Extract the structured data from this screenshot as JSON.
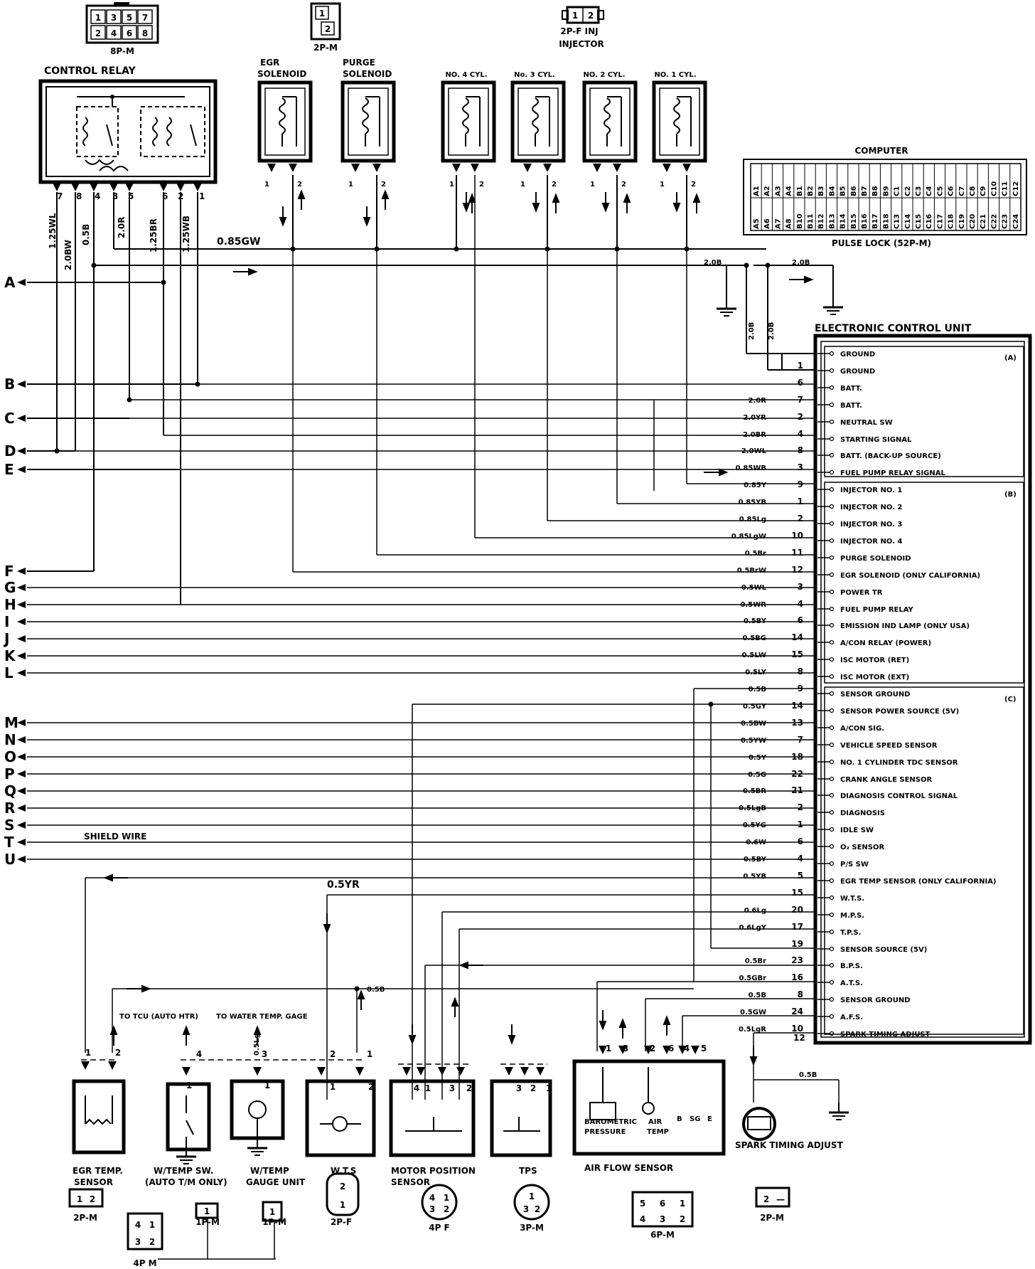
{
  "top_connectors": {
    "c8pm": {
      "pins": [
        "1",
        "3",
        "5",
        "7",
        "2",
        "4",
        "6",
        "8"
      ],
      "label": "8P-M"
    },
    "c2pm": {
      "pins": [
        "1",
        "2"
      ],
      "label": "2P-M"
    },
    "c2pf": {
      "pins": [
        "1",
        "2"
      ],
      "label": "2P-F  INJ"
    },
    "injector_title": "INJECTOR"
  },
  "control_relay": {
    "title": "CONTROL RELAY",
    "pins": [
      "7",
      "8",
      "4",
      "3",
      "5",
      "6",
      "2",
      "1"
    ]
  },
  "solenoids": [
    {
      "label": "EGR\nSOLENOID",
      "line1": "EGR",
      "line2": "SOLENOID"
    },
    {
      "label": "PURGE\nSOLENOID",
      "line1": "PURGE",
      "line2": "SOLENOID"
    }
  ],
  "injectors": [
    "NO. 4 CYL.",
    "No. 3 CYL.",
    "NO. 2 CYL.",
    "NO. 1 CYL."
  ],
  "computer": {
    "title": "COMPUTER",
    "footer": "PULSE LOCK (52P-M)",
    "row1": [
      "A1",
      "A2",
      "A3",
      "A4",
      "B1",
      "B2",
      "B3",
      "B4",
      "B5",
      "B6",
      "B7",
      "B8",
      "B9",
      "C1",
      "C2",
      "C3",
      "C4",
      "C5",
      "C6",
      "C7",
      "C8",
      "C9",
      "C10",
      "C11",
      "C12"
    ],
    "row2": [
      "A5",
      "A6",
      "A7",
      "A8",
      "B10",
      "B11",
      "B12",
      "B13",
      "B14",
      "B15",
      "B16",
      "B17",
      "B18",
      "C13",
      "C14",
      "C15",
      "C16",
      "C17",
      "C18",
      "C19",
      "C20",
      "C21",
      "C22",
      "C23",
      "C24"
    ]
  },
  "relay_wires": {
    "w1": "1.25WL",
    "w2": "2.0BW",
    "w3": "0.5B",
    "w4": "2.0R",
    "w5": "1.25BR",
    "w6": "1.25WB",
    "top": "0.85GW",
    "g1": "2.0B",
    "g2": "2.0B",
    "v1": "2.0B",
    "v2": "2.0B"
  },
  "left_letters": [
    "A",
    "B",
    "C",
    "D",
    "E",
    "F",
    "G",
    "H",
    "I",
    "J",
    "K",
    "L",
    "M",
    "N",
    "O",
    "P",
    "Q",
    "R",
    "S",
    "T",
    "U"
  ],
  "shield_wire": "SHIELD WIRE",
  "ecu": {
    "title": "ELECTRONIC CONTROL UNIT",
    "group_a": "(A)",
    "group_b": "(B)",
    "group_c": "(C)",
    "rows": [
      {
        "pin": "",
        "wire": "",
        "label": "GROUND"
      },
      {
        "pin": "1",
        "wire": "",
        "label": "GROUND"
      },
      {
        "pin": "6",
        "wire": "",
        "label": "BATT."
      },
      {
        "pin": "7",
        "wire": "2.0R",
        "label": "BATT."
      },
      {
        "pin": "2",
        "wire": "2.0YR",
        "label": "NEUTRAL SW"
      },
      {
        "pin": "4",
        "wire": "2.0BR",
        "label": "STARTING SIGNAL"
      },
      {
        "pin": "8",
        "wire": "2.0WL",
        "label": "BATT. (BACK-UP SOURCE)"
      },
      {
        "pin": "3",
        "wire": "0.85WB",
        "label": "FUEL PUMP RELAY SIGNAL"
      },
      {
        "pin": "9",
        "wire": "0.85Y",
        "label": "INJECTOR NO. 1"
      },
      {
        "pin": "1",
        "wire": "0.85YB",
        "label": "INJECTOR NO. 2"
      },
      {
        "pin": "2",
        "wire": "0.85Lg",
        "label": "INJECTOR NO. 3"
      },
      {
        "pin": "10",
        "wire": "0.85LgW",
        "label": "INJECTOR NO. 4"
      },
      {
        "pin": "11",
        "wire": "0.5Br",
        "label": "PURGE SOLENOID"
      },
      {
        "pin": "12",
        "wire": "0.5BrW",
        "label": "EGR SOLENOID (ONLY CALIFORNIA)"
      },
      {
        "pin": "3",
        "wire": "0.5WL",
        "label": "POWER TR"
      },
      {
        "pin": "4",
        "wire": "0.5WR",
        "label": "FUEL PUMP RELAY"
      },
      {
        "pin": "6",
        "wire": "0.5BY",
        "label": "EMISSION IND LAMP (ONLY USA)"
      },
      {
        "pin": "14",
        "wire": "0.5BG",
        "label": "A/CON RELAY (POWER)"
      },
      {
        "pin": "15",
        "wire": "0.5LW",
        "label": "ISC MOTOR (RET)"
      },
      {
        "pin": "8",
        "wire": "0.5LY",
        "label": "ISC MOTOR (EXT)"
      },
      {
        "pin": "9",
        "wire": "0.5B",
        "label": "SENSOR GROUND"
      },
      {
        "pin": "14",
        "wire": "0.5GY",
        "label": "SENSOR POWER SOURCE (5V)"
      },
      {
        "pin": "13",
        "wire": "0.5BW",
        "label": "A/CON SIG."
      },
      {
        "pin": "7",
        "wire": "0.5YW",
        "label": "VEHICLE SPEED SENSOR"
      },
      {
        "pin": "18",
        "wire": "0.5Y",
        "label": "NO. 1 CYLINDER TDC SENSOR"
      },
      {
        "pin": "22",
        "wire": "0.5G",
        "label": "CRANK ANGLE SENSOR"
      },
      {
        "pin": "21",
        "wire": "0.5BR",
        "label": "DIAGNOSIS CONTROL SIGNAL"
      },
      {
        "pin": "2",
        "wire": "0.5LgB",
        "label": "DIAGNOSIS"
      },
      {
        "pin": "1",
        "wire": "0.5YG",
        "label": "IDLE SW"
      },
      {
        "pin": "6",
        "wire": "0.6W",
        "label": "O₂ SENSOR"
      },
      {
        "pin": "4",
        "wire": "0.5BY",
        "label": "P/S SW"
      },
      {
        "pin": "5",
        "wire": "0.5YB",
        "label": "EGR TEMP SENSOR (ONLY CALIFORNIA)"
      },
      {
        "pin": "15",
        "wire": "",
        "label": "W.T.S."
      },
      {
        "pin": "20",
        "wire": "0.6Lg",
        "label": "M.P.S."
      },
      {
        "pin": "17",
        "wire": "0.6LgY",
        "label": "T.P.S."
      },
      {
        "pin": "19",
        "wire": "",
        "label": "SENSOR SOURCE (5V)"
      },
      {
        "pin": "23",
        "wire": "0.5Br",
        "label": "B.P.S."
      },
      {
        "pin": "16",
        "wire": "0.5GBr",
        "label": "A.T.S."
      },
      {
        "pin": "8",
        "wire": "0.5B",
        "label": "SENSOR GROUND"
      },
      {
        "pin": "24",
        "wire": "0.5GW",
        "label": "A.F.S."
      },
      {
        "pin": "10",
        "wire": "0.5LgR",
        "label": "SPARK TIMING ADJUST"
      }
    ],
    "extra_pin": "12"
  },
  "lower_wires": {
    "yr": "0.5YR",
    "b": "0.5B",
    "lg": "0.5Lg",
    "st": "0.5B"
  },
  "to_labels": {
    "tcu": "TO TCU (AUTO HTR)",
    "gage": "TO WATER TEMP. GAGE"
  },
  "sensors": {
    "egr": {
      "line1": "EGR TEMP.",
      "line2": "SENSOR"
    },
    "wtsw": {
      "line1": "W/TEMP SW.",
      "line2": "(AUTO T/M ONLY)"
    },
    "wtgu": {
      "line1": "W/TEMP",
      "line2": "GAUGE UNIT"
    },
    "wts": {
      "line1": "W.T.S"
    },
    "mps": {
      "line1": "MOTOR POSITION",
      "line2": "SENSOR"
    },
    "tps": {
      "line1": "TPS"
    },
    "afs": {
      "line1": "AIR FLOW SENSOR",
      "baro1": "BAROMETRIC",
      "baro2": "PRESSURE",
      "air1": "AIR",
      "air2": "TEMP",
      "b": "B",
      "sg": "SG",
      "e": "E"
    },
    "spark": {
      "line1": "SPARK TIMING ADJUST"
    }
  },
  "sensor_pins": {
    "egr": [
      "1",
      "2"
    ],
    "wtsw": [
      "4",
      "1"
    ],
    "wtgu": [
      "3",
      "1"
    ],
    "wts": [
      "2",
      "1",
      "1",
      "2"
    ],
    "mps": [
      "4",
      "1",
      "3",
      "2"
    ],
    "tps": [
      "3",
      "2",
      "1"
    ],
    "afs": [
      "1",
      "3",
      "2",
      "6",
      "4",
      "5"
    ]
  },
  "bottom_connectors": {
    "c2pm_a": {
      "pins": [
        "1",
        "2"
      ],
      "label": "2P-M"
    },
    "c4pm": {
      "pins": [
        "4",
        "1",
        "3",
        "2"
      ],
      "label": "4P M"
    },
    "c1pm_a": {
      "pins": [
        "1"
      ],
      "label": "1P-M"
    },
    "c1pm_b": {
      "pins": [
        "1"
      ],
      "label": "1P-M"
    },
    "c2pf": {
      "pins": [
        "2",
        "1"
      ],
      "label": "2P-F"
    },
    "c4pf": {
      "pins": [
        "4",
        "1",
        "3",
        "2"
      ],
      "label": "4P F"
    },
    "c3pm": {
      "pins": [
        "1",
        "3",
        "2"
      ],
      "label": "3P-M"
    },
    "c6pm": {
      "pins": [
        "5",
        "6",
        "1",
        "4",
        "3",
        "2"
      ],
      "label": "6P-M"
    },
    "c2pm_b": {
      "pins": [
        "2",
        "—"
      ],
      "label": "2P-M"
    }
  }
}
